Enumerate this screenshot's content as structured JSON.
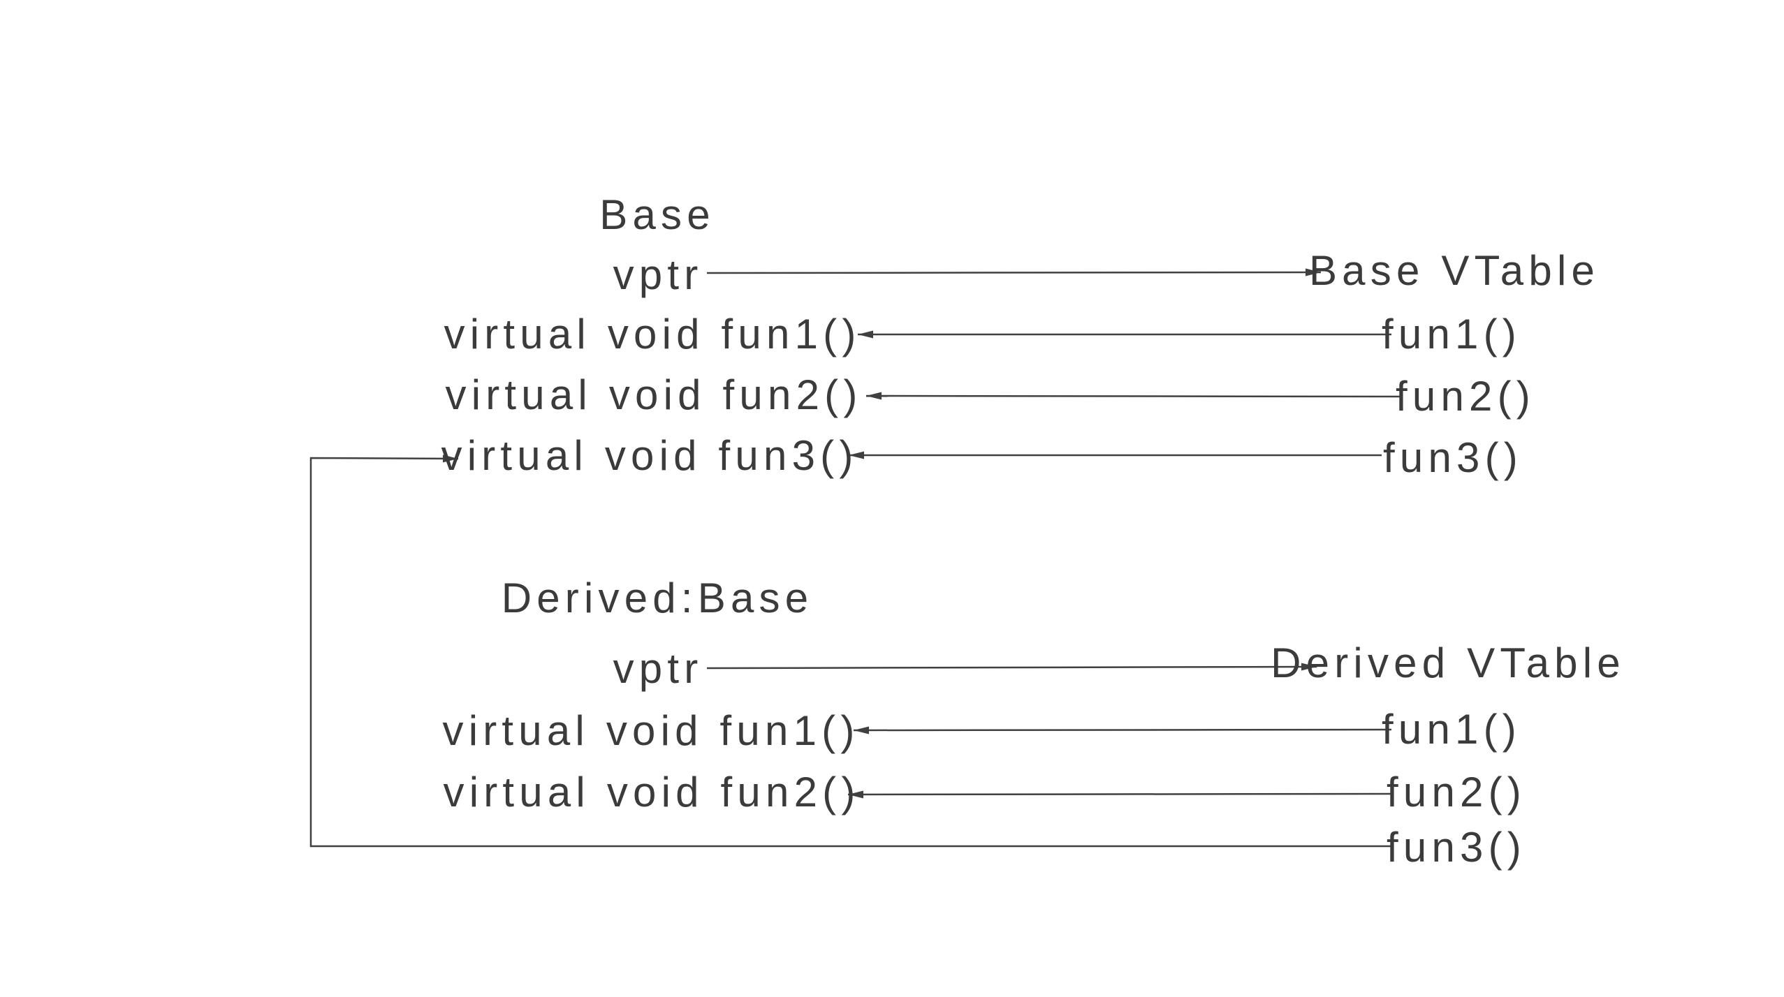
{
  "colors": {
    "text": "#3b3b3b",
    "line": "#404040",
    "background": "#ffffff"
  },
  "base_class": {
    "title": "Base",
    "vptr_label": "vptr",
    "methods": [
      "virtual void fun1()",
      "virtual void fun2()",
      "virtual void fun3()"
    ]
  },
  "base_vtable": {
    "title": "Base VTable",
    "entries": [
      "fun1()",
      "fun2()",
      "fun3()"
    ]
  },
  "derived_class": {
    "title": "Derived:Base",
    "vptr_label": "vptr",
    "methods": [
      "virtual void fun1()",
      "virtual void fun2()"
    ]
  },
  "derived_vtable": {
    "title": "Derived VTable",
    "entries": [
      "fun1()",
      "fun2()",
      "fun3()"
    ]
  },
  "arrows": [
    {
      "from": "Base vptr",
      "to": "Base VTable"
    },
    {
      "from": "Base VTable fun1()",
      "to": "Base virtual void fun1()"
    },
    {
      "from": "Base VTable fun2()",
      "to": "Base virtual void fun2()"
    },
    {
      "from": "Base VTable fun3()",
      "to": "Base virtual void fun3()"
    },
    {
      "from": "Derived vptr",
      "to": "Derived VTable"
    },
    {
      "from": "Derived VTable fun1()",
      "to": "Derived virtual void fun1()"
    },
    {
      "from": "Derived VTable fun2()",
      "to": "Derived virtual void fun2()"
    },
    {
      "from": "Derived VTable fun3()",
      "to": "Base virtual void fun3()"
    }
  ]
}
